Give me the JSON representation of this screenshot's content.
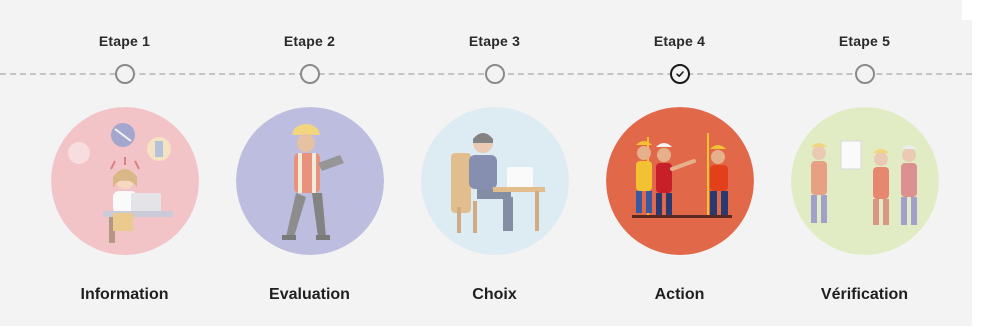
{
  "steps": [
    {
      "step_label": "Etape 1",
      "title": "Information",
      "completed": false,
      "circle_color": "#f4a6aa",
      "icon": "woman-at-laptop-illustration"
    },
    {
      "step_label": "Etape 2",
      "title": "Evaluation",
      "completed": false,
      "circle_color": "#9a9ad2",
      "icon": "worker-with-clipboard-illustration"
    },
    {
      "step_label": "Etape 3",
      "title": "Choix",
      "completed": false,
      "circle_color": "#cfe6f2",
      "icon": "man-at-desk-illustration"
    },
    {
      "step_label": "Etape 4",
      "title": "Action",
      "completed": true,
      "circle_color": "#e2684a",
      "icon": "workers-in-action-illustration"
    },
    {
      "step_label": "Etape 5",
      "title": "Vérification",
      "completed": false,
      "circle_color": "#d6e9a8",
      "icon": "workers-checking-illustration"
    }
  ],
  "colors": {
    "background": "#f3f3f3",
    "dashed_line": "#c4c4c4",
    "marker_pending": "#8a8a8a",
    "marker_done": "#1a1a1a"
  }
}
